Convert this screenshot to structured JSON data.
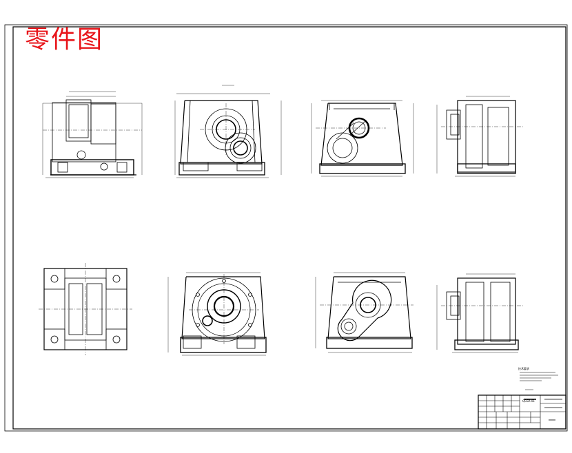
{
  "drawing": {
    "stamp_title": "零件图",
    "stamp_color": "#e8161b",
    "line_color": "#000000",
    "background": "#ffffff"
  },
  "title_block": {
    "drawing_no": "QGSR-01",
    "notes_heading": "技术要求"
  }
}
